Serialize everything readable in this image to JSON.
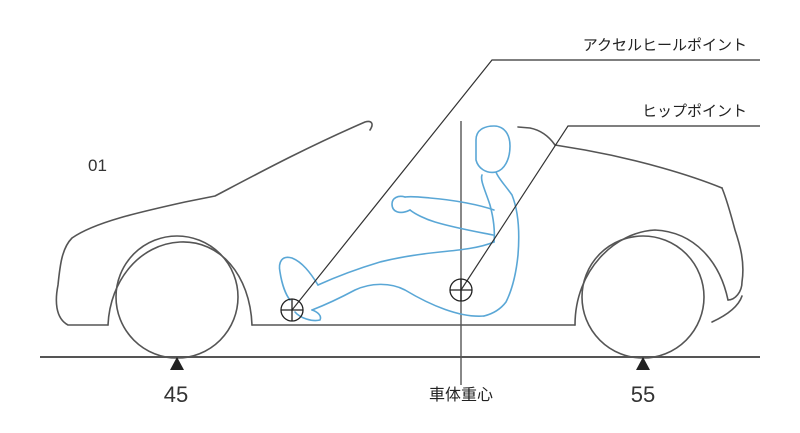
{
  "figure_number": "01",
  "callouts": {
    "accelerator_heel_point": "アクセルヒールポイント",
    "hip_point": "ヒップポイント"
  },
  "center_of_gravity_label": "車体重心",
  "weight_distribution": {
    "front": "45",
    "rear": "55"
  },
  "colors": {
    "car_outline": "#555555",
    "driver_outline": "#5aa7d6",
    "markers": "#222222"
  }
}
